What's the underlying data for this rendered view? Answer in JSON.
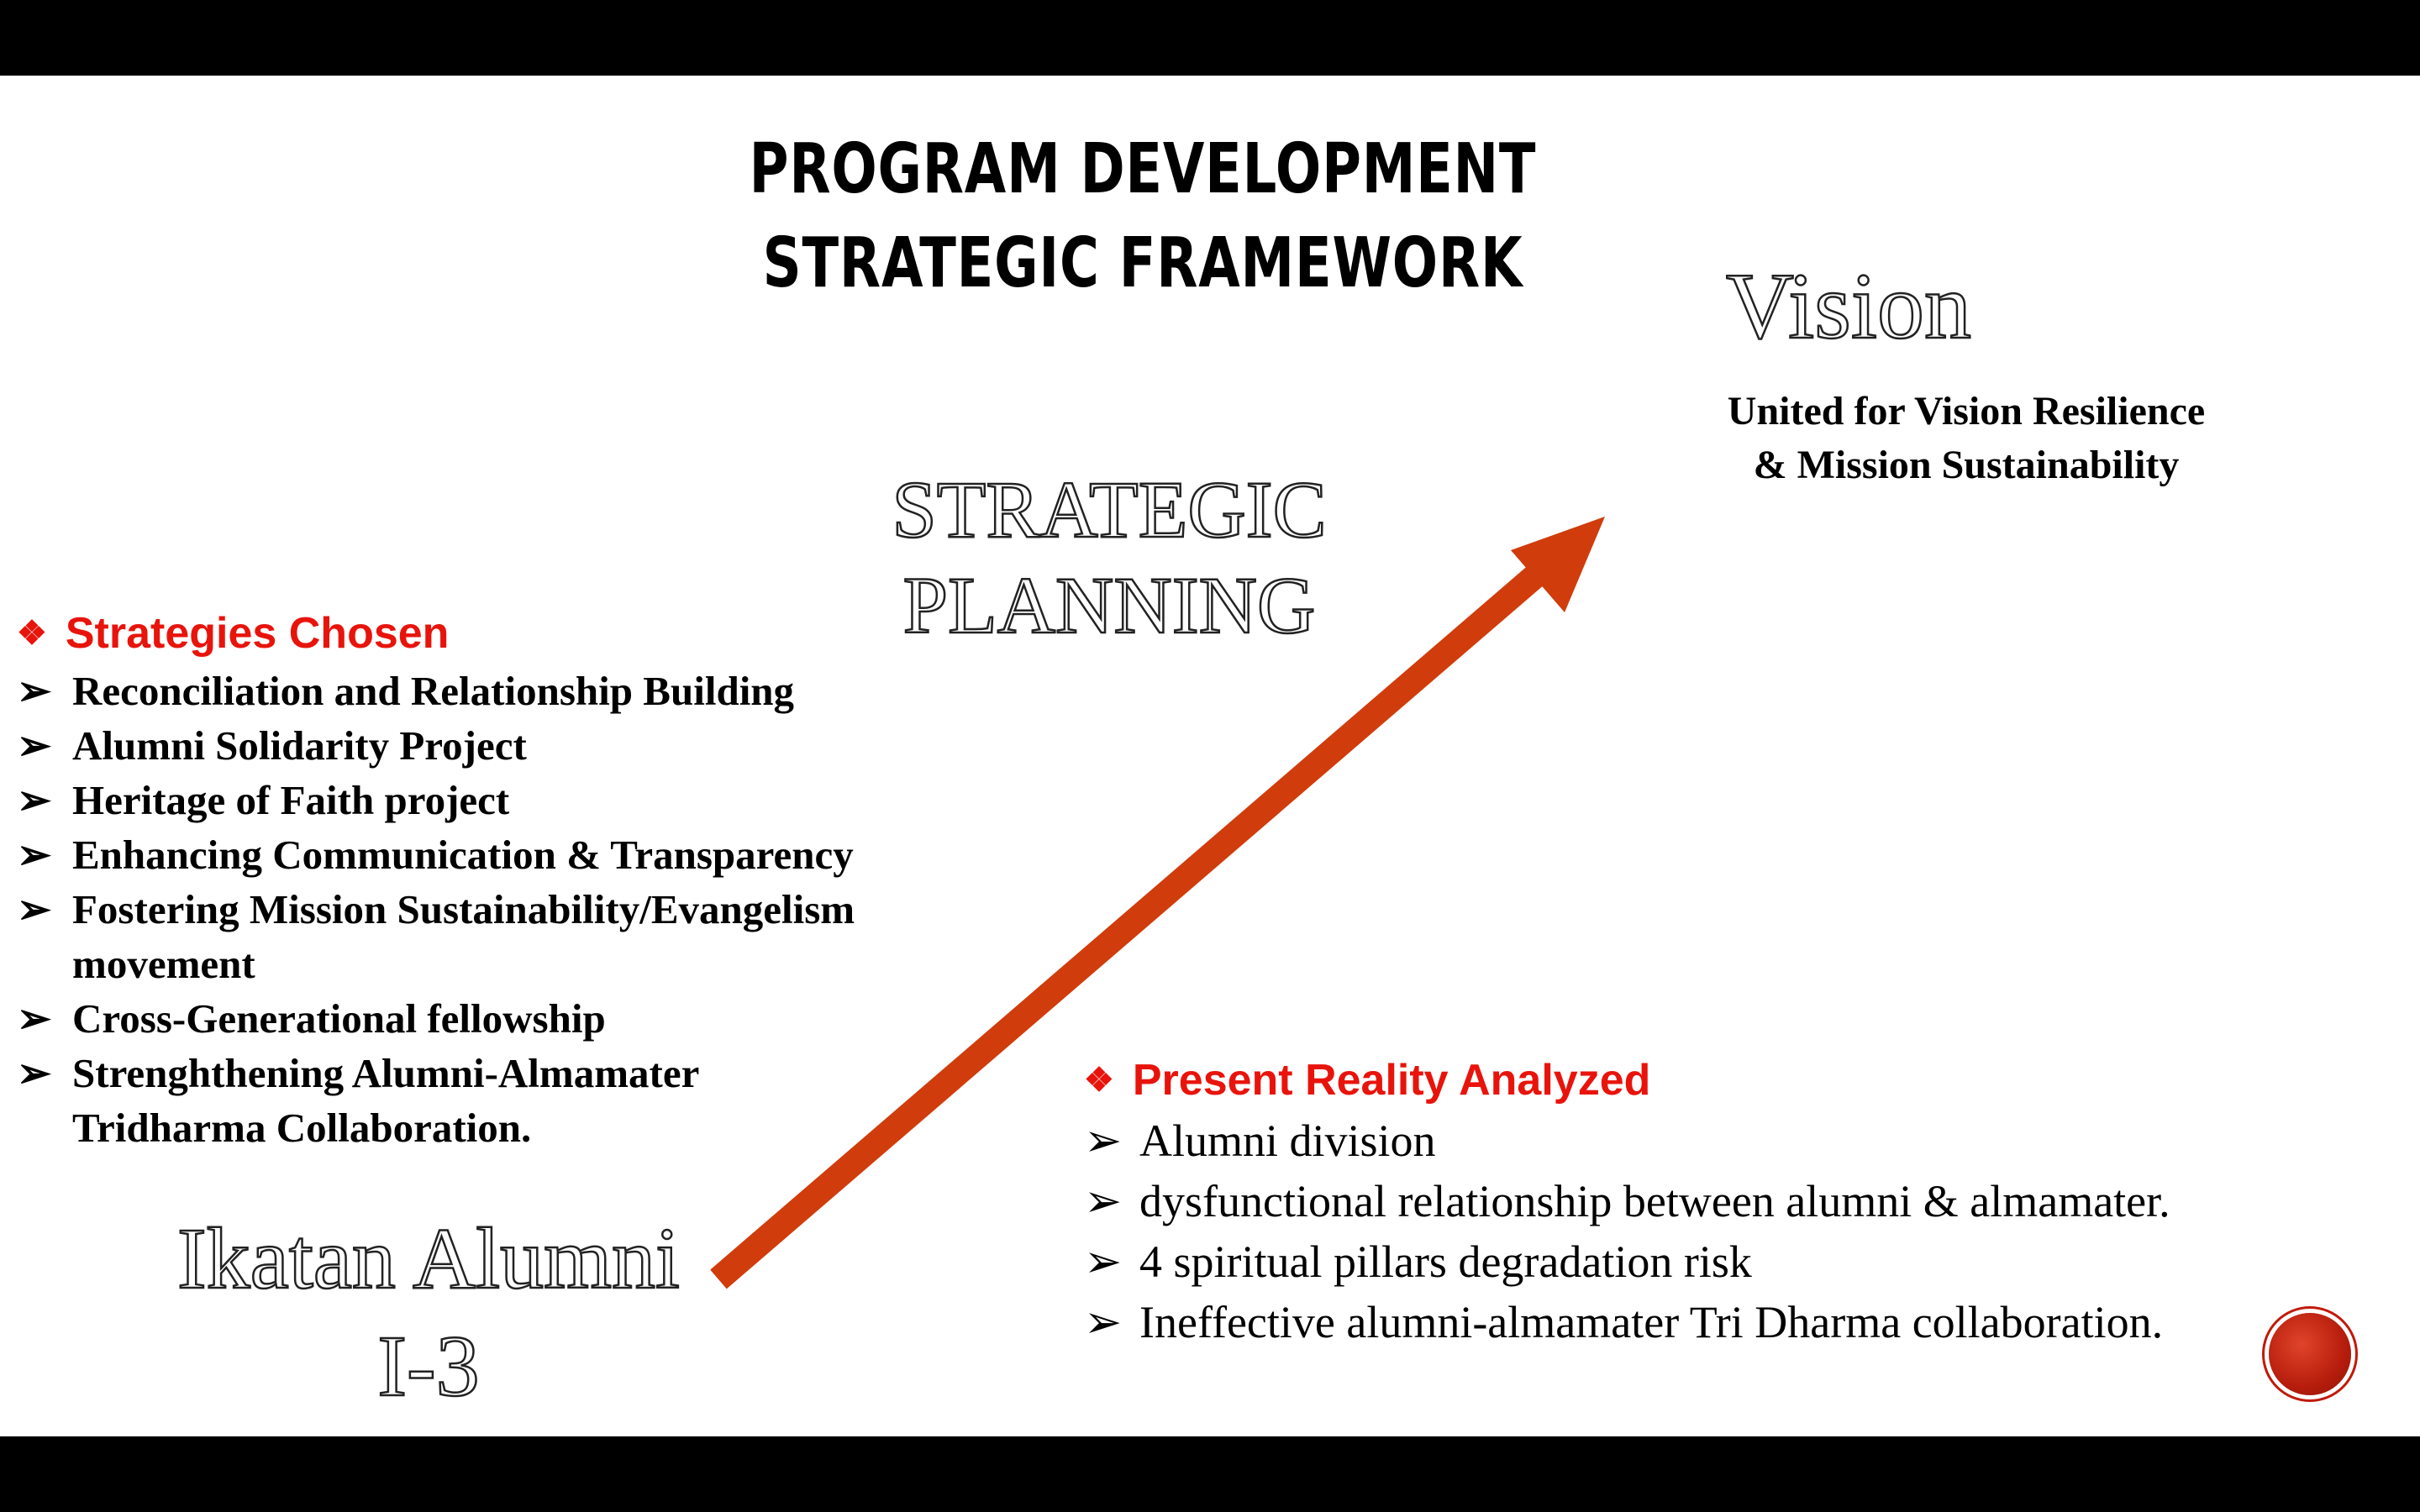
{
  "slide": {
    "title_lines": [
      "PROGRAM DEVELOPMENT",
      "STRATEGIC FRAMEWORK"
    ],
    "vision": {
      "heading": "Vision",
      "lines": [
        "United for Vision Resilience",
        "& Mission Sustainability"
      ]
    },
    "center_label_lines": [
      "STRATEGIC",
      "PLANNING"
    ],
    "start_label_lines": [
      "Ikatan Alumni",
      "I-3"
    ],
    "strategies": {
      "heading": "Strategies Chosen",
      "items": [
        "Reconciliation and Relationship Building",
        "Alumni Solidarity Project",
        "Heritage of Faith project",
        "Enhancing Communication & Transparency",
        "Fostering Mission Sustainability/Evangelism movement",
        "Cross-Generational fellowship",
        "Strenghthening Alumni-Almamater Tridharma Collaboration."
      ]
    },
    "present_reality": {
      "heading": "Present Reality Analyzed",
      "items": [
        "Alumni division",
        "dysfunctional relationship between alumni & almamater.",
        "4 spiritual pillars degradation risk",
        "Ineffective alumni-almamater Tri Dharma collaboration."
      ]
    },
    "icons": {
      "heading_bullet": "diamond-bullet-icon",
      "list_bullet": "arrowhead-bullet-icon",
      "progress_arrow": "diagonal-arrow-icon",
      "corner_button": "circle-button-icon"
    },
    "colors": {
      "accent_red": "#e8140c",
      "arrow_orange": "#d03c0c",
      "background": "#ffffff",
      "frame": "#000000"
    }
  }
}
